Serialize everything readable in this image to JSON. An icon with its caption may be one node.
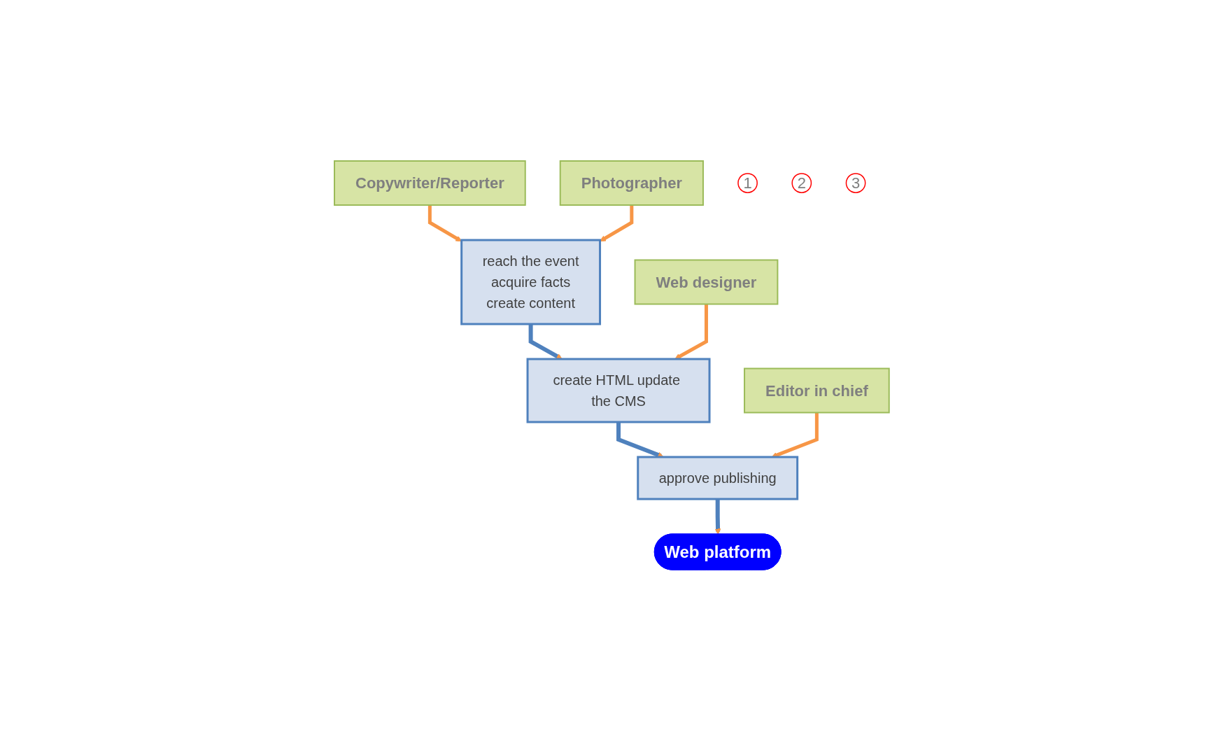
{
  "diagram": {
    "nodes": [
      {
        "text": [
          "Copywriter/Reporter"
        ]
      },
      {
        "text": [
          "Photographer"
        ]
      },
      {
        "text": [
          "Web designer"
        ]
      },
      {
        "text": [
          "Editor in chief"
        ]
      },
      {
        "text": [
          "1"
        ]
      },
      {
        "text": [
          "2"
        ]
      },
      {
        "text": [
          "3"
        ]
      },
      {
        "text": [
          "reach the event",
          "acquire facts",
          "create content"
        ]
      },
      {
        "text": [
          "create HTML update the CMS"
        ]
      },
      {
        "text": [
          "approve publishing"
        ]
      },
      {
        "text": [
          "Web platform"
        ]
      }
    ],
    "edges": [
      {
        "from": 0,
        "to": 7,
        "arrow": "to"
      },
      {
        "from": 1,
        "to": 7,
        "arrow": "to"
      },
      {
        "from": 7,
        "to": 8,
        "arrow": "to",
        "color": "#4f81bd"
      },
      {
        "from": 2,
        "to": 8,
        "arrow": "to"
      },
      {
        "from": 8,
        "to": 9,
        "arrow": "to",
        "color": "#4f81bd"
      },
      {
        "from": 3,
        "to": 9,
        "arrow": "to"
      },
      {
        "from": 9,
        "to": 10,
        "arrow": "to",
        "color": "#4f81bd"
      }
    ]
  }
}
